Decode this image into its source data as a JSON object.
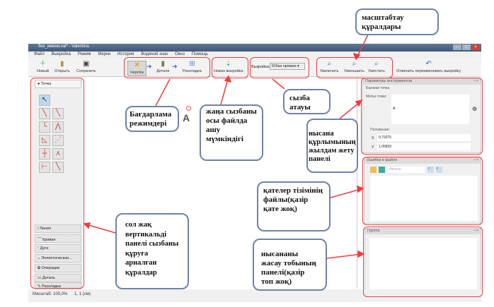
{
  "window": {
    "title": "без_имени.val* - Valentina"
  },
  "menu": [
    "Файл",
    "Выкройка",
    "Режим",
    "Мерки",
    "История",
    "Водяной знак",
    "Окно",
    "Помощь"
  ],
  "toolbar": {
    "new": "Новый",
    "open": "Открыть",
    "save": "Сохранить",
    "draw": "Чертёж",
    "details": "Детали",
    "layout": "Раскладка",
    "new_pattern": "Новая выкройка",
    "pattern_label": "Выкройка:",
    "pattern_value": "Юбка прямая",
    "zoom_in": "Увеличить",
    "zoom_out": "Уменьшить",
    "fit": "Уместить",
    "undo": "Отменить переименовать выкройку"
  },
  "left_panel": {
    "header": "Точка",
    "categories": [
      "Линия",
      "Кривая",
      "Дуга",
      "Эллиптическая...",
      "Операции",
      "Деталь",
      "Раскладка"
    ]
  },
  "canvas": {
    "point_label": "A"
  },
  "params": {
    "title": "Параметры инструментов",
    "base_point": "Базовая точка",
    "label_caption": "Метка точки:",
    "label_value": "A",
    "position": "Положение:",
    "x_label": "X",
    "x_value": "0,79375",
    "y_label": "Y",
    "y_value": "1,05833"
  },
  "errors": {
    "title": "Ошибки в файле",
    "filter_placeholder": "Фильтр"
  },
  "group": {
    "title": "Группа"
  },
  "status": {
    "scale": "Масштаб: 100,0%",
    "coords": "1, 1 (см)"
  },
  "callouts": {
    "zoom": "масштабтау құралдары",
    "modes": "Бағдарлама режимдері",
    "new_pattern": "жаңа сызбаны осы файлда ашу мүмкіндігі",
    "pattern_name": "сызба атауы",
    "params": "нысана құрлымының жылдам жету панелі",
    "errors": "қателер тізімінің файлы(қазір қате жоқ)",
    "group": "нысананы жасау тобының панелі(қазір топ жоқ)",
    "left": "сол жақ вертикальді панелі сызбаны құруға арналған құралдар"
  },
  "colors": {
    "highlight": "#f03c3c",
    "callout_border": "#6d84a8"
  }
}
